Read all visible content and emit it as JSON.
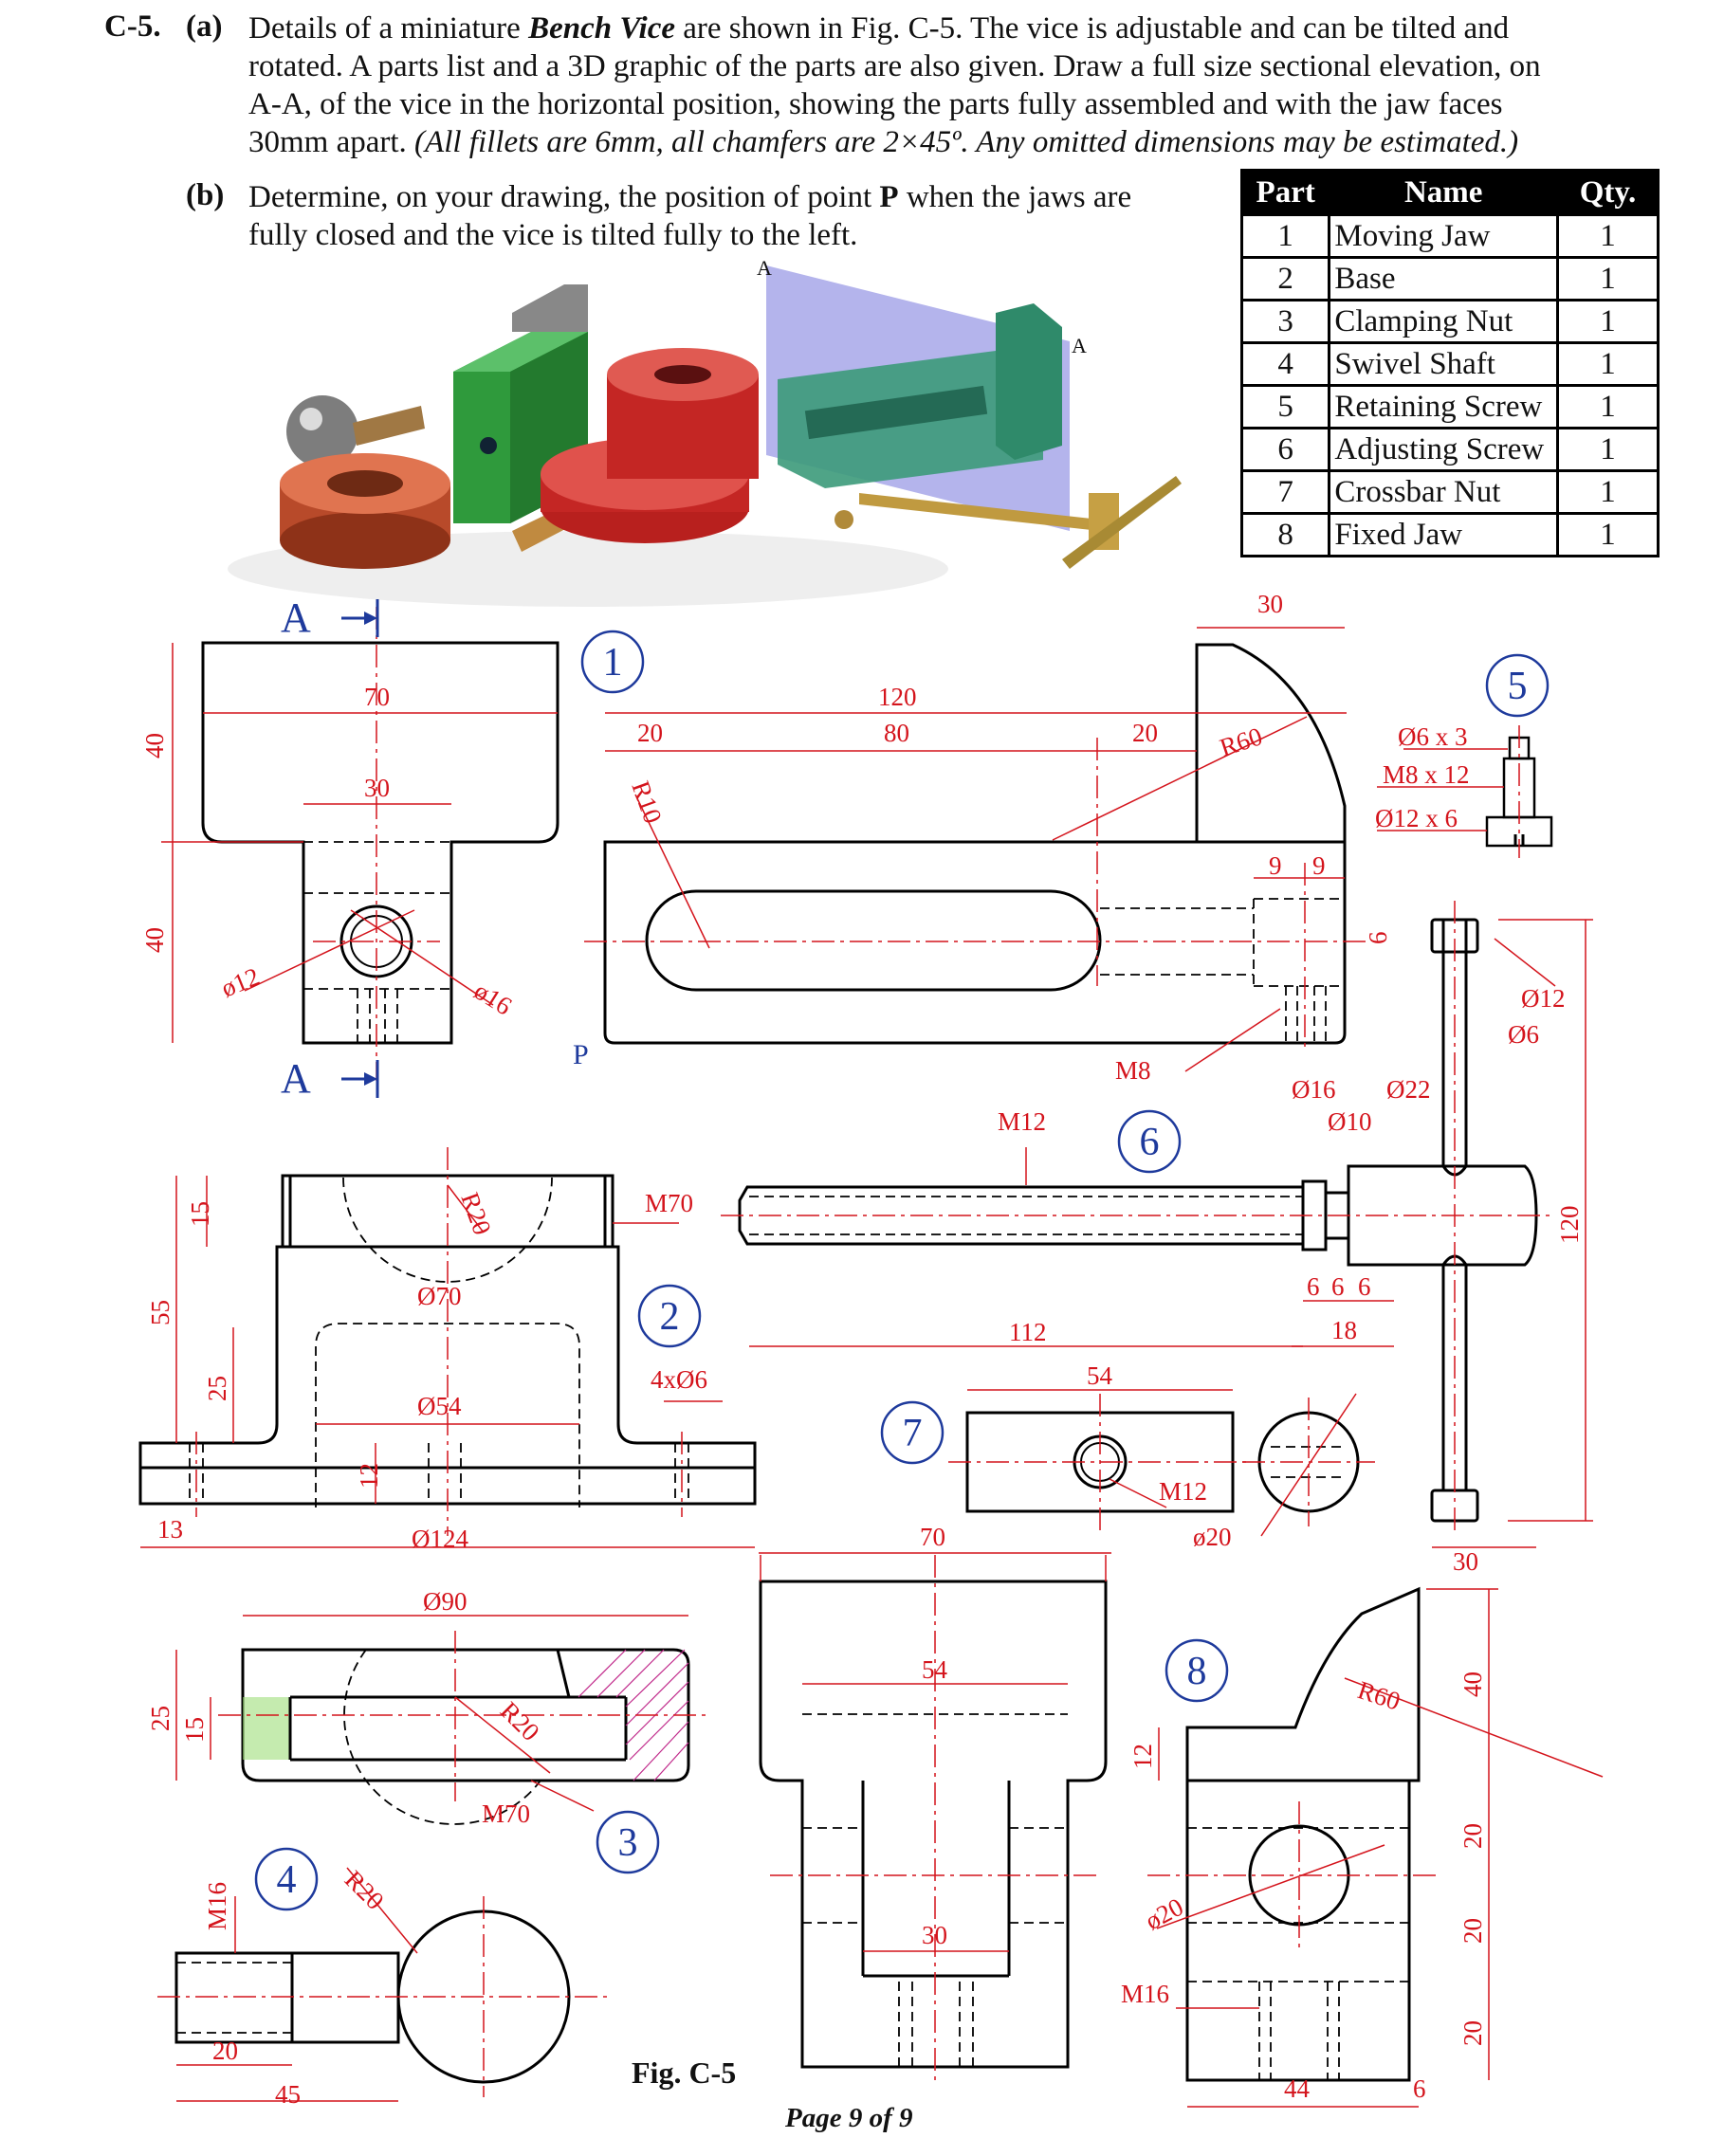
{
  "question": {
    "number": "C-5.",
    "part_a_label": "(a)",
    "part_a_lines": [
      "Details of a miniature",
      "Bench Vice",
      "are shown in Fig. C-5. The vice is adjustable and can be tilted and",
      "rotated. A parts list and a 3D graphic of the parts are also given. Draw a full size sectional elevation, on",
      "A-A, of the vice in the horizontal position, showing the parts fully assembled and with the jaw faces",
      "30mm apart.",
      "(All fillets are 6mm, all chamfers are 2×45º. Any omitted dimensions may be estimated.)"
    ],
    "part_b_label": "(b)",
    "part_b_lines": [
      "Determine, on your drawing, the position of point",
      "P",
      "when the jaws are",
      "fully closed and the vice is tilted fully to the left."
    ]
  },
  "parts_table": {
    "headers": [
      "Part",
      "Name",
      "Qty."
    ],
    "rows": [
      [
        "1",
        "Moving Jaw",
        "1"
      ],
      [
        "2",
        "Base",
        "1"
      ],
      [
        "3",
        "Clamping Nut",
        "1"
      ],
      [
        "4",
        "Swivel Shaft",
        "1"
      ],
      [
        "5",
        "Retaining Screw",
        "1"
      ],
      [
        "6",
        "Adjusting Screw",
        "1"
      ],
      [
        "7",
        "Crossbar Nut",
        "1"
      ],
      [
        "8",
        "Fixed Jaw",
        "1"
      ]
    ]
  },
  "render_labels": {
    "a_top": "A",
    "a_right": "A"
  },
  "part_numbers": [
    "1",
    "2",
    "3",
    "4",
    "5",
    "6",
    "7",
    "8"
  ],
  "section_marks": {
    "top": "A",
    "bottom": "A",
    "point": "P"
  },
  "part1": {
    "front": {
      "w70": "70",
      "w30": "30",
      "h40a": "40",
      "h40b": "40",
      "d12": "ø12",
      "d16": "ø16"
    },
    "side": {
      "d30": "30",
      "d120": "120",
      "d80": "80",
      "d20a": "20",
      "d20b": "20",
      "r60": "R60",
      "r10": "R10",
      "d9a": "9",
      "d9b": "9",
      "d6": "6",
      "m8": "M8"
    }
  },
  "part5": {
    "l1": "Ø6 x 3",
    "l2": "M8 x 12",
    "l3": "Ø12 x 6"
  },
  "part6": {
    "m12": "M12",
    "d16": "Ø16",
    "d10": "Ø10",
    "d22": "Ø22",
    "d12": "Ø12",
    "d6": "Ø6",
    "l112": "112",
    "s6a": "6",
    "s6b": "6",
    "s6c": "6",
    "l18": "18",
    "h120": "120",
    "w30": "30"
  },
  "part2": {
    "h15": "15",
    "h55": "55",
    "h25": "25",
    "h12": "12",
    "r20": "R20",
    "m70": "M70",
    "d70": "Ø70",
    "d54": "Ø54",
    "holes": "4xØ6",
    "w13": "13",
    "d124": "Ø124"
  },
  "part7": {
    "w54": "54",
    "w70": "70",
    "m12": "M12",
    "d20": "ø20"
  },
  "part3": {
    "d90": "Ø90",
    "h25": "25",
    "h15": "15",
    "r20": "R20",
    "m70": "M70"
  },
  "part4": {
    "m16": "M16",
    "r20": "R20",
    "l20": "20",
    "l45": "45"
  },
  "part8": {
    "w54": "54",
    "w30": "30",
    "h12": "12",
    "r60": "R60",
    "d20": "ø20",
    "m16": "M16",
    "h40": "40",
    "h20a": "20",
    "h20b": "20",
    "h20c": "20",
    "w44": "44",
    "w6": "6"
  },
  "figure_caption": "Fig. C-5",
  "footer": "Page 9 of 9",
  "colors": {
    "dimension": "#d4141c",
    "label_blue": "#1e3a9c",
    "line": "#000000",
    "plane": "#9b9be6"
  },
  "icons": [
    "bench-vice-3d-render-image",
    "parts-technical-drawing"
  ]
}
